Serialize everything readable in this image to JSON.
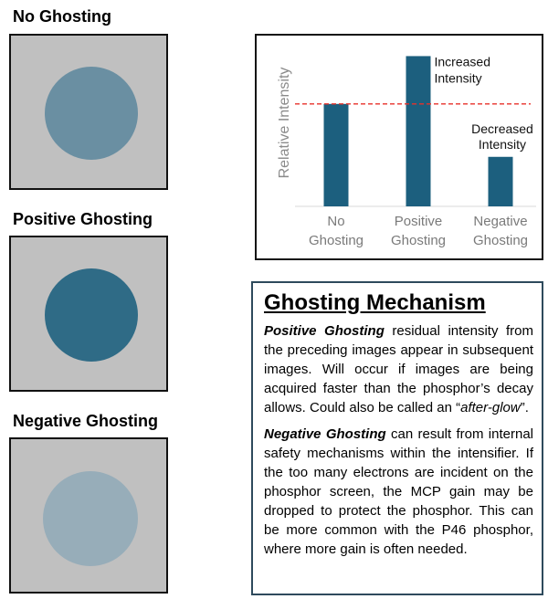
{
  "panels": [
    {
      "title": "No Ghosting",
      "circle_color": "#6a8fa2"
    },
    {
      "title": "Positive Ghosting",
      "circle_color": "#2f6b86"
    },
    {
      "title": "Negative Ghosting",
      "circle_color": "#97adb9"
    }
  ],
  "chart_data": {
    "type": "bar",
    "ylabel": "Relative Intensity",
    "categories": [
      [
        "No",
        "Ghosting"
      ],
      [
        "Positive",
        "Ghosting"
      ],
      [
        "Negative",
        "Ghosting"
      ]
    ],
    "values": [
      0.6,
      0.88,
      0.29
    ],
    "reference_line": 0.6,
    "ylim": [
      0,
      1
    ],
    "bar_color": "#1c5f7e",
    "ref_color": "#e8302a",
    "annotations": [
      [
        "Increased",
        "Intensity"
      ],
      [
        "Decreased",
        "Intensity"
      ]
    ]
  },
  "mechanism": {
    "title": "Ghosting Mechanism",
    "positive_term": "Positive Ghosting",
    "positive_text_a": " residual intensity from the preceding images appear in subsequent images. Will occur if images are being acquired faster than the phosphor’s decay allows. Could also be called an “",
    "positive_italic": "after-glow",
    "positive_text_b": "”.",
    "negative_term": "Negative Ghosting",
    "negative_text": " can result from internal safety mechanisms within the intensifier. If the too many electrons are incident on the phosphor screen, the MCP gain may be dropped to protect the phosphor. This can be more common with the P46 phosphor, where more gain is often needed."
  }
}
